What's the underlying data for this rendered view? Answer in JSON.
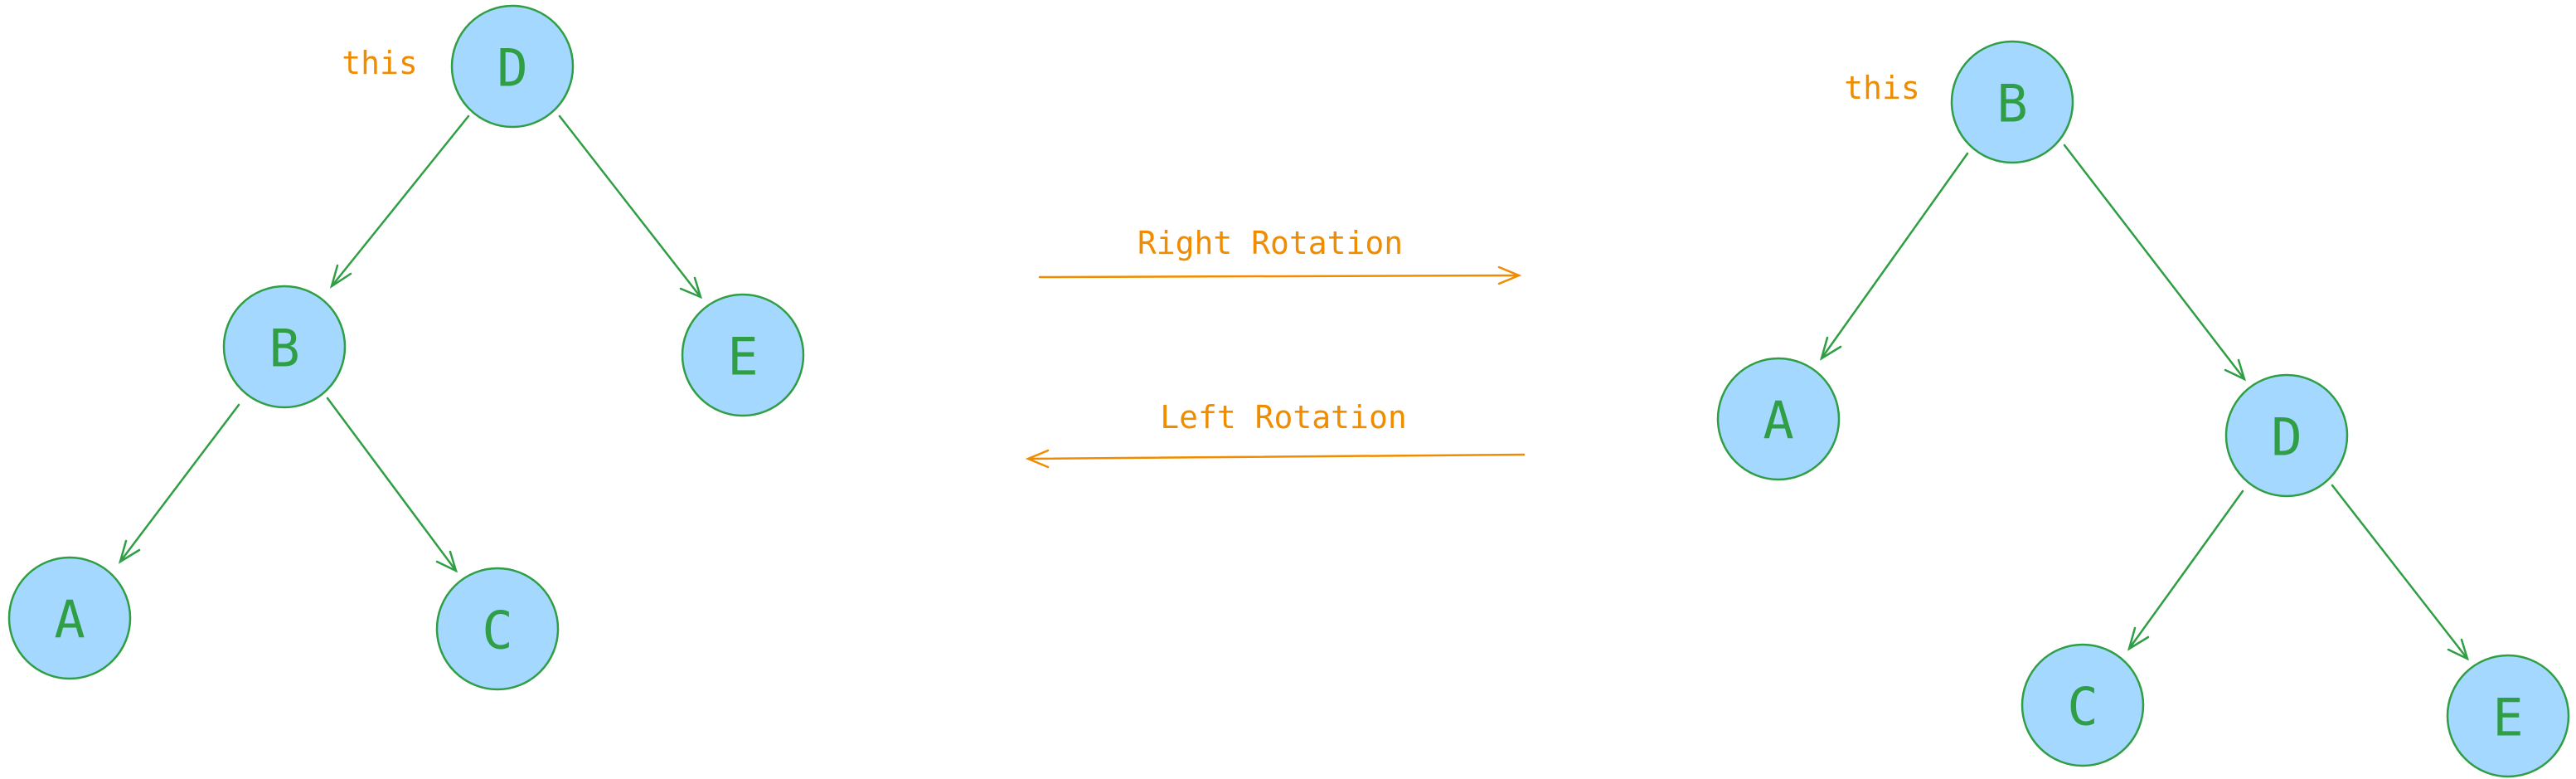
{
  "colors": {
    "node_fill": "#a5d8ff",
    "node_stroke": "#2f9e44",
    "node_text": "#2f9e44",
    "annotation": "#f08c00"
  },
  "before_tree": {
    "pointer_label": "this",
    "nodes": [
      "D",
      "B",
      "E",
      "A",
      "C"
    ],
    "edges": [
      [
        "D",
        "B"
      ],
      [
        "D",
        "E"
      ],
      [
        "B",
        "A"
      ],
      [
        "B",
        "C"
      ]
    ]
  },
  "after_tree": {
    "pointer_label": "this",
    "nodes": [
      "B",
      "A",
      "D",
      "C",
      "E"
    ],
    "edges": [
      [
        "B",
        "A"
      ],
      [
        "B",
        "D"
      ],
      [
        "D",
        "C"
      ],
      [
        "D",
        "E"
      ]
    ]
  },
  "operations": {
    "right_rotation": "Right Rotation",
    "left_rotation": "Left Rotation"
  }
}
